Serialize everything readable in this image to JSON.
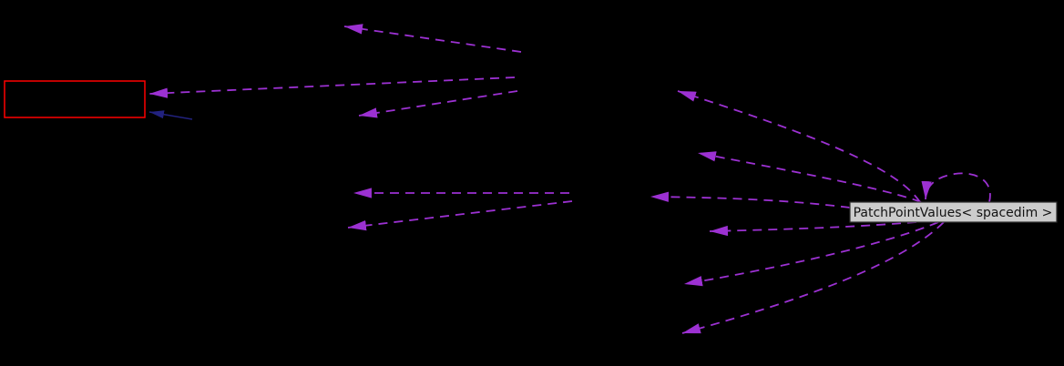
{
  "diagram": {
    "kind": "collaboration-graph",
    "main_node": {
      "label": "PatchPointValues< spacedim >"
    },
    "highlighted_node": {
      "note": ""
    },
    "edge_styles": {
      "usage": "dashed",
      "inheritance": "solid"
    },
    "colors": {
      "background": "#000000",
      "usage_edge": "#9c31d2",
      "inheritance_edge": "#22227f",
      "highlight_border": "#ff0000",
      "node_fill": "#cccccc",
      "node_border": "#2e2e2e",
      "node_text": "#131313"
    }
  }
}
